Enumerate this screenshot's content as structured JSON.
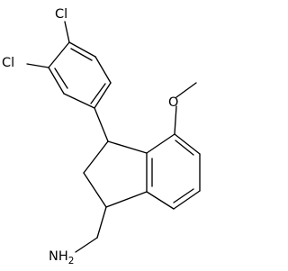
{
  "molecule": {
    "atom_labels": {
      "cl_top": "Cl",
      "cl_left": "Cl",
      "nh2_main": "NH",
      "nh2_subscript": "2"
    }
  }
}
